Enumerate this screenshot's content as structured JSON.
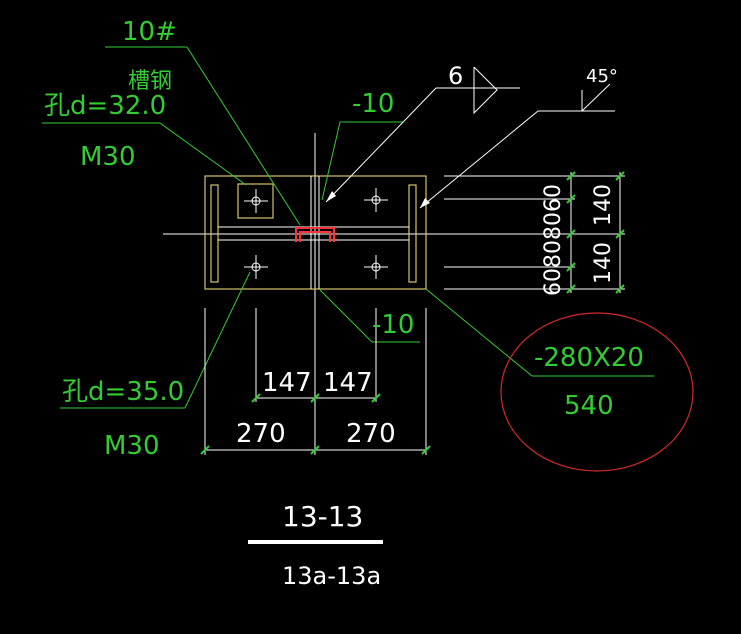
{
  "labels": {
    "channel_no": "10#",
    "channel_name": "槽钢",
    "hole_top": "孔d=32.0",
    "bolt_top": "M30",
    "plate_thk_top": "-10",
    "weld_size": "6",
    "bevel_angle": "45°",
    "plate_thk_bottom": "-10",
    "hole_bottom": "孔d=35.0",
    "bolt_bottom": "M30",
    "base_plate_spec": "-280X20",
    "base_plate_len": "540"
  },
  "dimensions": {
    "right_stack": "60808060",
    "right_upper": "140",
    "right_lower": "140",
    "bottom_inner_left": "147",
    "bottom_inner_right": "147",
    "bottom_outer_left": "270",
    "bottom_outer_right": "270"
  },
  "section": {
    "main": "13-13",
    "sub": "13a-13a"
  },
  "colors": {
    "background": "#000000",
    "annotation": "#33cc33",
    "plate_outline": "#d6c36a",
    "channel": "#ff3333",
    "highlight_circle": "#d02a2a",
    "leader": "#ffffff"
  }
}
